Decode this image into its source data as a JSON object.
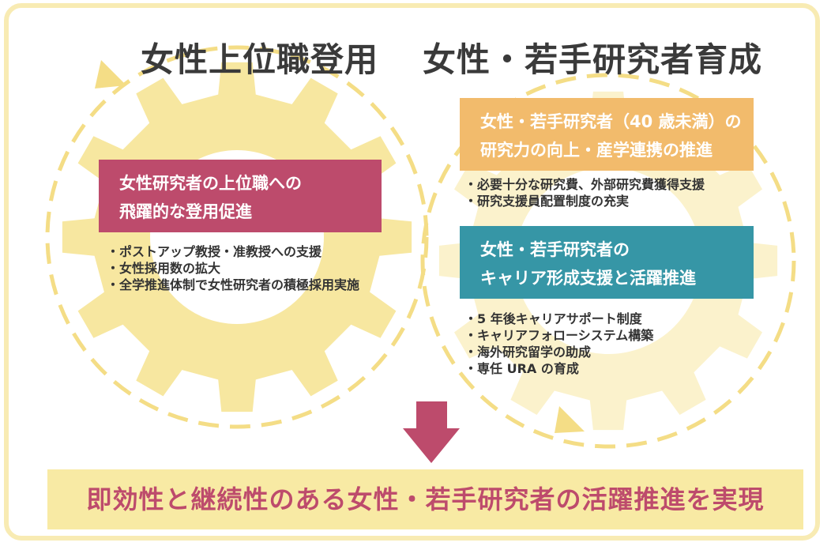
{
  "headings": {
    "left": "女性上位職登用",
    "right": "女性・若手研究者育成"
  },
  "left_box": {
    "line1": "女性研究者の上位職への",
    "line2": "飛躍的な登用促進",
    "color": "#bd4b6c"
  },
  "left_bullets": [
    "・ポストアップ教授・准教授への支援",
    "・女性採用数の拡大",
    "・全学推進体制で女性研究者の積極採用実施"
  ],
  "orange_box": {
    "line1": "女性・若手研究者（40 歳未満）の",
    "line2": "研究力の向上・産学連携の推進",
    "color": "#f2bb6c"
  },
  "orange_bullets": [
    "・必要十分な研究費、外部研究費獲得支援",
    "・研究支援員配置制度の充実"
  ],
  "teal_box": {
    "line1": "女性・若手研究者の",
    "line2": "キャリア形成支援と活躍推進",
    "color": "#3696a6"
  },
  "teal_bullets": [
    "・5 年後キャリアサポート制度",
    "・キャリアフォローシステム構築",
    "・海外研究留学の助成",
    "・専任 URA の育成"
  ],
  "conclusion": "即効性と継続性のある女性・若手研究者の活躍推進を実現",
  "colors": {
    "gear": "#f7e7a0",
    "frame": "#f8ebb3",
    "arrow": "#bd4b6c"
  }
}
